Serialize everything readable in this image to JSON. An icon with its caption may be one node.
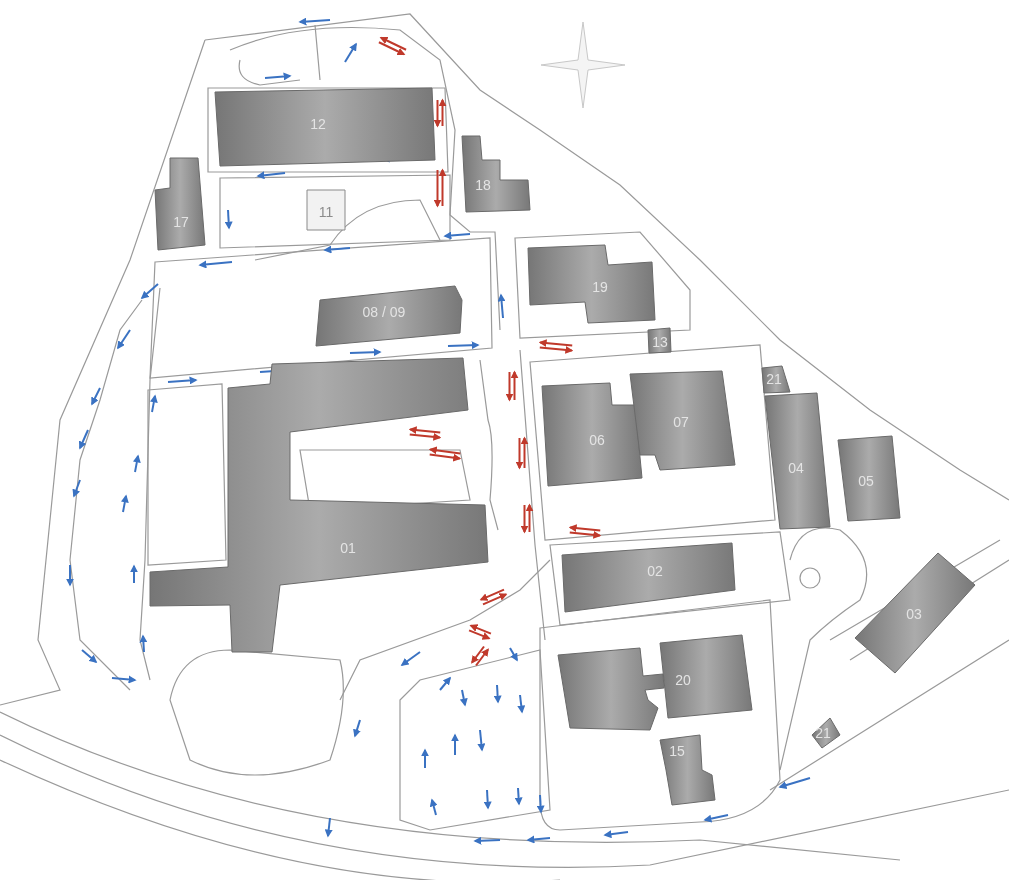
{
  "diagram": {
    "nodes": [
      {
        "text": [
          "12"
        ]
      },
      {
        "text": [
          "11"
        ]
      },
      {
        "text": [
          "18"
        ]
      },
      {
        "text": [
          "17"
        ]
      },
      {
        "text": [
          "19"
        ]
      },
      {
        "text": [
          "08 / 09"
        ]
      },
      {
        "text": [
          "13"
        ]
      },
      {
        "text": [
          "21"
        ]
      },
      {
        "text": [
          "06"
        ]
      },
      {
        "text": [
          "07"
        ]
      },
      {
        "text": [
          "04"
        ]
      },
      {
        "text": [
          "05"
        ]
      },
      {
        "text": [
          "01"
        ]
      },
      {
        "text": [
          "02"
        ]
      },
      {
        "text": [
          "03"
        ]
      },
      {
        "text": [
          "20"
        ]
      },
      {
        "text": [
          "15"
        ]
      },
      {
        "text": [
          "21"
        ]
      }
    ]
  }
}
